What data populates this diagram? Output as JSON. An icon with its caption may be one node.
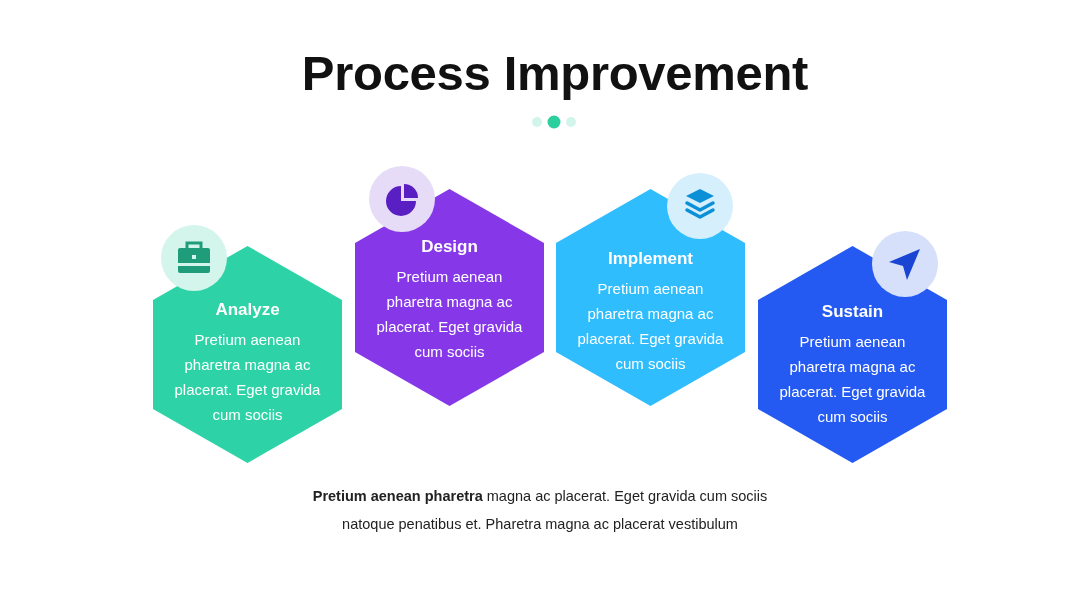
{
  "diagram": {
    "title": "Process Improvement",
    "nodes": [
      {
        "text": [
          "Analyze",
          "Pretium aenean pharetra magna ac placerat. Eget gravida cum sociis"
        ]
      },
      {
        "text": [
          "Design",
          "Pretium aenean pharetra magna ac placerat. Eget gravida cum sociis"
        ]
      },
      {
        "text": [
          "Implement",
          "Pretium aenean pharetra magna ac placerat. Eget gravida cum sociis"
        ]
      },
      {
        "text": [
          "Sustain",
          "Pretium aenean pharetra magna ac placerat. Eget gravida cum sociis"
        ]
      }
    ],
    "labels": [
      "**Pretium aenean pharetra** magna ac placerat. Eget gravida cum sociis natoque penatibus et. Pharetra magna ac placerat vestibulum"
    ]
  }
}
